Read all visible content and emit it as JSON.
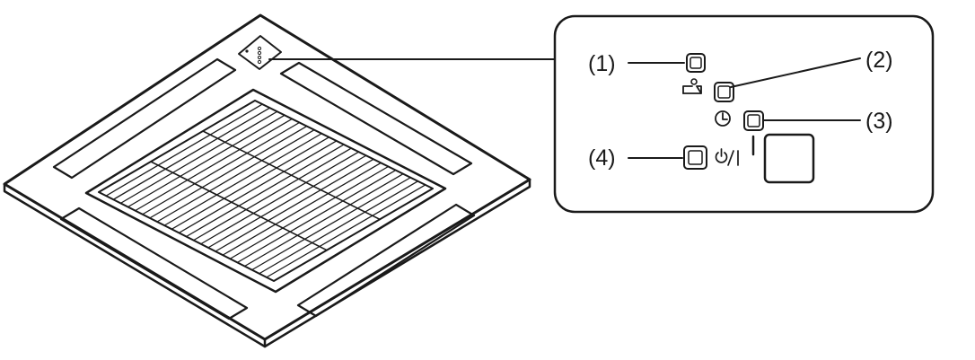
{
  "labels": {
    "item1": "(1)",
    "item2": "(2)",
    "item3": "(3)",
    "item4": "(4)"
  },
  "icons": {
    "indicator_1": "operation-lamp",
    "indicator_2": "filter-sign-icon",
    "indicator_3": "timer-icon",
    "button_4": "power-on-off-icon",
    "receiver": "signal-receiver-window"
  },
  "colors": {
    "line": "#1a1a1a",
    "background": "#ffffff"
  }
}
